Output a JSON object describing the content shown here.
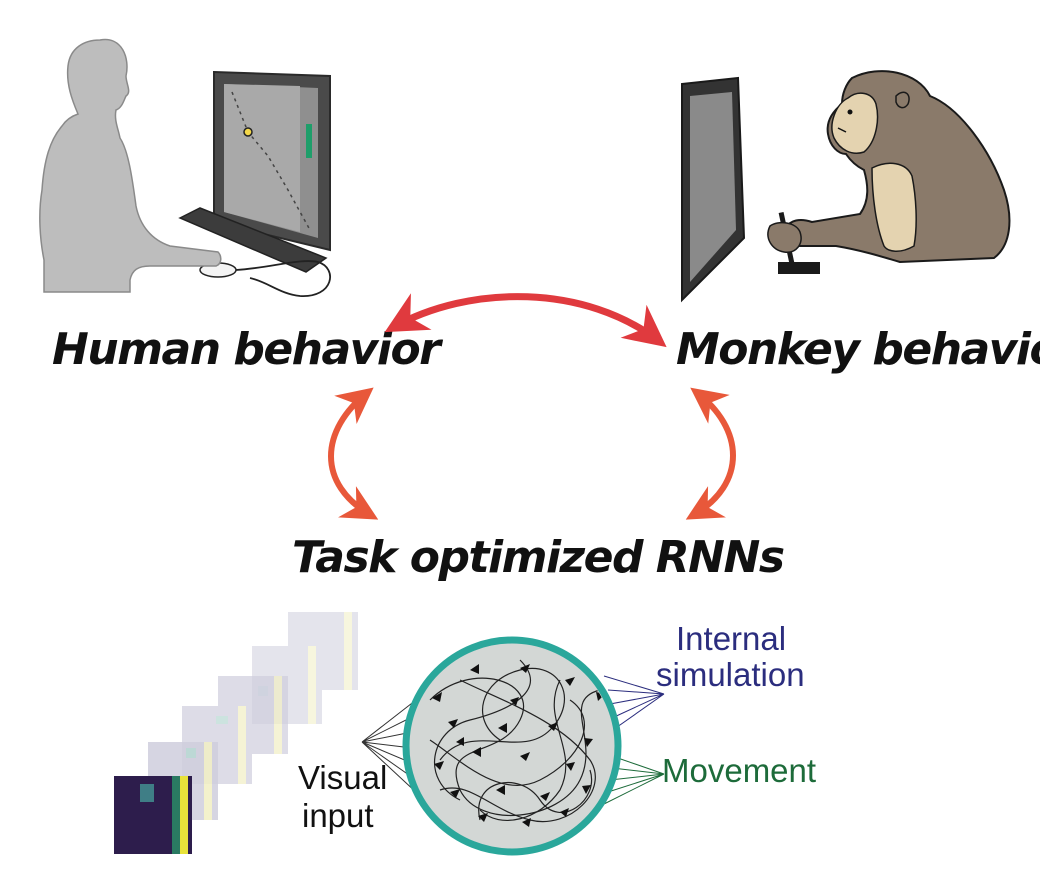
{
  "labels": {
    "human": "Human behavior",
    "monkey": "Monkey behavior",
    "rnn": "Task optimized RNNs",
    "visual_input_line1": "Visual",
    "visual_input_line2": "input",
    "internal_sim_line1": "Internal",
    "internal_sim_line2": "simulation",
    "movement": "Movement"
  },
  "icons": {
    "human": "human-at-computer-icon",
    "monkey": "monkey-with-joystick-icon",
    "frames": "visual-frames-stack-icon",
    "network": "recurrent-network-icon"
  },
  "colors": {
    "arrow_top": "#e03a3e",
    "arrow_side": "#e8583a",
    "human_fill": "#bdbdbd",
    "monkey_fill": "#8a7a6a",
    "monkey_light": "#e4d3b0",
    "network_ring": "#2aa79b",
    "network_fill": "#d3d7d5",
    "internal_text": "#2b2d7e",
    "movement_text": "#1d6b3a",
    "frame_dark": "#2d1d4c",
    "frame_light": "#cfcedd"
  }
}
